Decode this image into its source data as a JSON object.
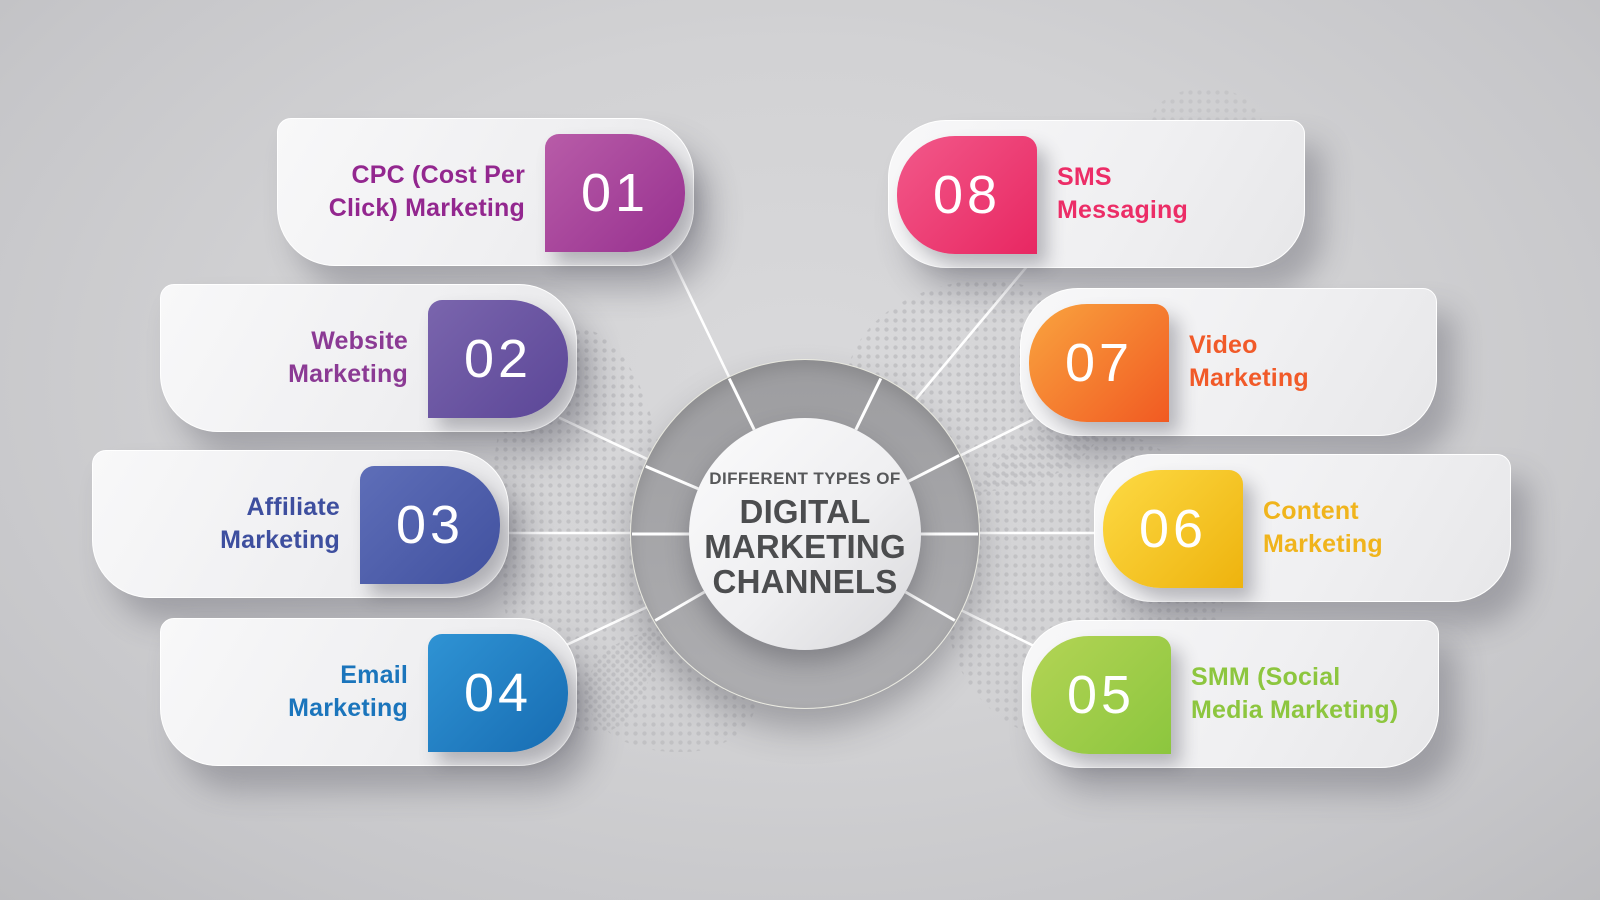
{
  "center": {
    "kicker": "DIFFERENT TYPES OF",
    "title_lines": [
      "DIGITAL",
      "MARKETING",
      "CHANNELS"
    ],
    "ring_color": "#a4a4a7",
    "text_color": "#4c4d4f"
  },
  "items": [
    {
      "number": "01",
      "title_lines": [
        "CPC (Cost Per",
        "Click) Marketing"
      ],
      "text_color": "#93278f",
      "grad_start": "#b85ca8",
      "grad_end": "#97308f"
    },
    {
      "number": "02",
      "title_lines": [
        "Website",
        "Marketing"
      ],
      "text_color": "#8b3a94",
      "grad_start": "#7a65ad",
      "grad_end": "#5b4697"
    },
    {
      "number": "03",
      "title_lines": [
        "Affiliate",
        "Marketing"
      ],
      "text_color": "#3e4f9f",
      "grad_start": "#5e6eb8",
      "grad_end": "#41519f"
    },
    {
      "number": "04",
      "title_lines": [
        "Email",
        "Marketing"
      ],
      "text_color": "#1b75bc",
      "grad_start": "#2f93d4",
      "grad_end": "#176cb2"
    },
    {
      "number": "05",
      "title_lines": [
        "SMM (Social",
        "Media Marketing)"
      ],
      "text_color": "#8dc63f",
      "grad_start": "#b3d455",
      "grad_end": "#8cc63e"
    },
    {
      "number": "06",
      "title_lines": [
        "Content",
        "Marketing"
      ],
      "text_color": "#f0b41c",
      "grad_start": "#fdda44",
      "grad_end": "#eeb30e"
    },
    {
      "number": "07",
      "title_lines": [
        "Video",
        "Marketing"
      ],
      "text_color": "#f15a29",
      "grad_start": "#f9a43f",
      "grad_end": "#f15a22"
    },
    {
      "number": "08",
      "title_lines": [
        "SMS",
        "Messaging"
      ],
      "text_color": "#ec2d67",
      "grad_start": "#f2598a",
      "grad_end": "#e82762"
    }
  ]
}
